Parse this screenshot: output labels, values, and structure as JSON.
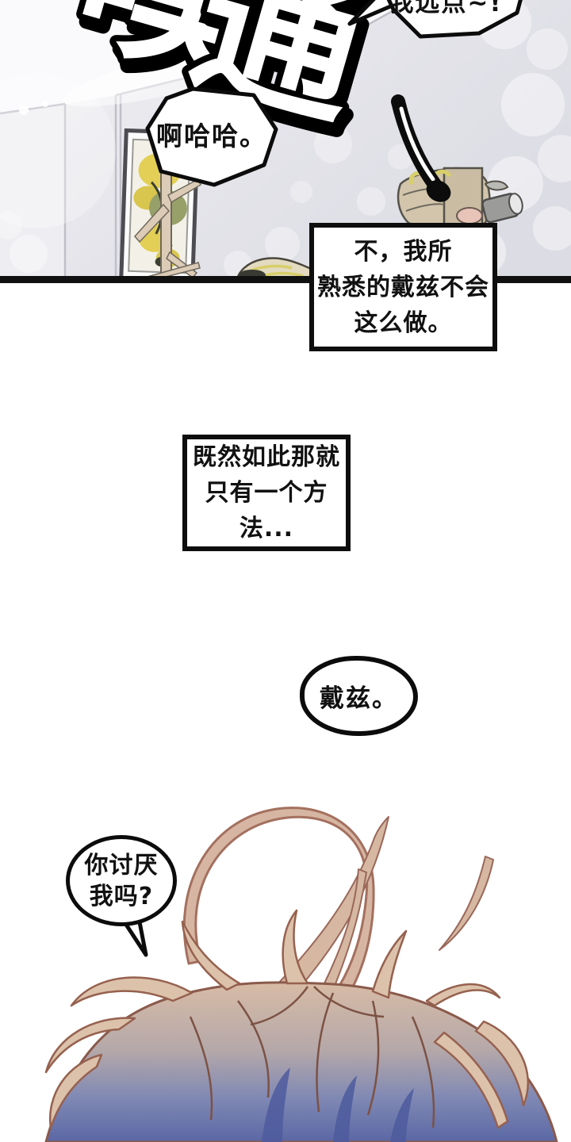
{
  "page_type": "comic-page",
  "sfx": {
    "text": "噗通",
    "char1": "噗",
    "char2": "通"
  },
  "bubbles": {
    "top_right": {
      "text": "我远点~!"
    },
    "laugh": {
      "text": "啊哈哈。"
    },
    "name_call": {
      "text": "戴兹。"
    },
    "question": {
      "line1": "你讨厌",
      "line2": "我吗?"
    }
  },
  "boxes": {
    "box1": {
      "line1": "不，我所",
      "line2": "熟悉的戴兹不会",
      "line3": "这么做。"
    },
    "box2": {
      "line1": "既然如此那就",
      "line2": "只有一个方法..."
    }
  },
  "colors": {
    "ink": "#101010",
    "panel_wall": "#e4e4ea",
    "ceiling_white": "#fafafc",
    "painting_yellow": "#e3cf55",
    "painting_olive": "#98a06a",
    "bag_beige": "#d2c5ab",
    "accent_yellow": "#d8ce6a",
    "hair_tan": "#dcc2ab",
    "hair_outline": "#8a5a4b",
    "hair_blue": "#5d6bab"
  }
}
